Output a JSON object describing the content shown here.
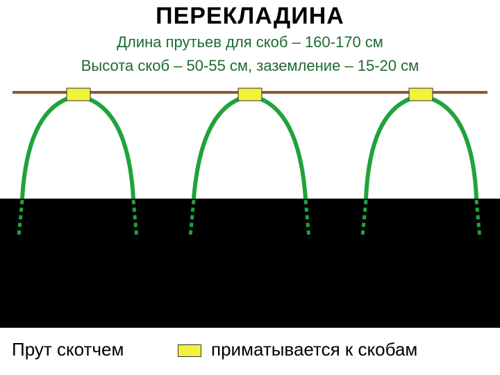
{
  "title": "ПЕРЕКЛАДИНА",
  "info": {
    "line1": "Длина прутьев для скоб – 160-170 см",
    "line2": "Высота скоб – 50-55 см, заземление – 15-20 см"
  },
  "legend": {
    "left_text": "Прут скотчем",
    "right_text": "приматывается к скобам"
  },
  "colors": {
    "crossbar": "#8b5a2b",
    "arch": "#1fa33a",
    "soil": "#000000",
    "tape": "#f2f23a",
    "info_text": "#1d6b2e"
  },
  "arches_count": 3
}
